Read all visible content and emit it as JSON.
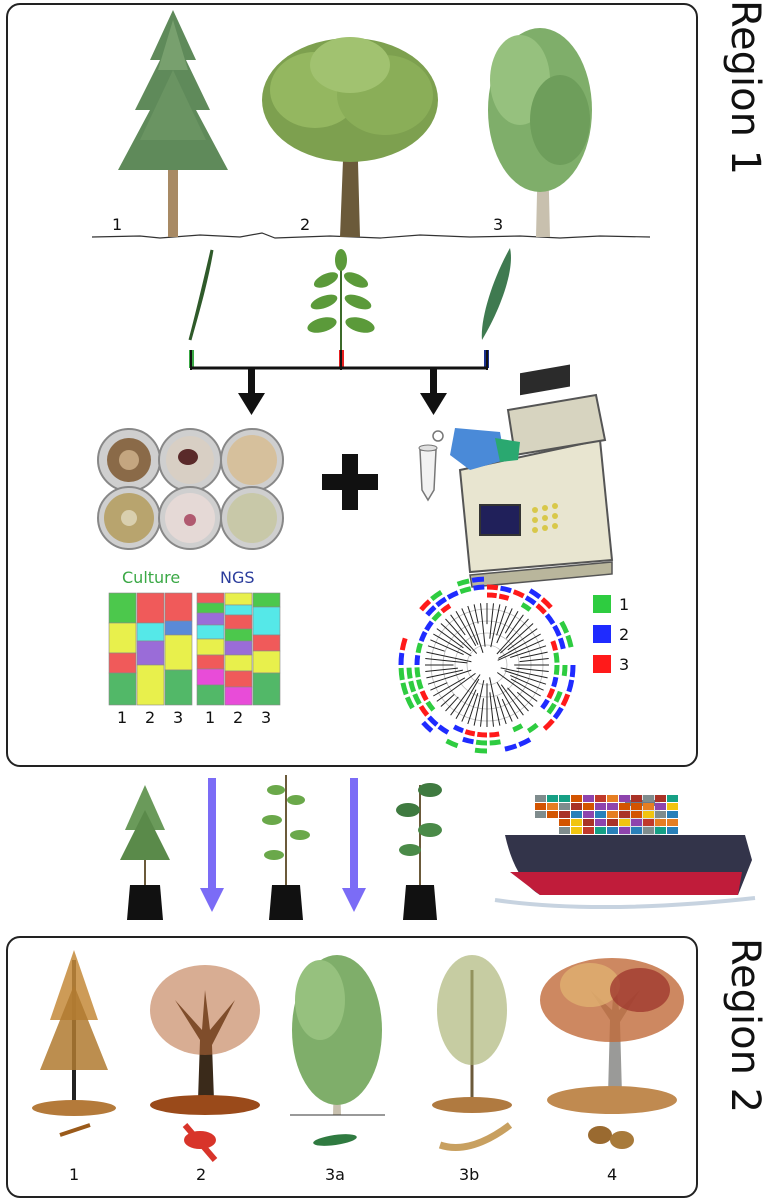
{
  "regions": {
    "region1_title": "Region 1",
    "region2_title": "Region 2"
  },
  "trees_region1": {
    "t1": "1",
    "t2": "2",
    "t3": "3"
  },
  "comparison": {
    "culture_label": "Culture",
    "ngs_label": "NGS",
    "culture_axis": [
      "1",
      "2",
      "3"
    ],
    "ngs_axis": [
      "1",
      "2",
      "3"
    ]
  },
  "legend": {
    "items": [
      {
        "label": "1",
        "color": "#2ecc40"
      },
      {
        "label": "2",
        "color": "#1f2bff"
      },
      {
        "label": "3",
        "color": "#ff1a1a"
      }
    ]
  },
  "trees_region2": [
    "1",
    "2",
    "3a",
    "3b",
    "4"
  ],
  "colors": {
    "culture_green": "#3aa845",
    "ngs_blue": "#2a3c9c",
    "arrow_purple": "#7b6cf6"
  }
}
